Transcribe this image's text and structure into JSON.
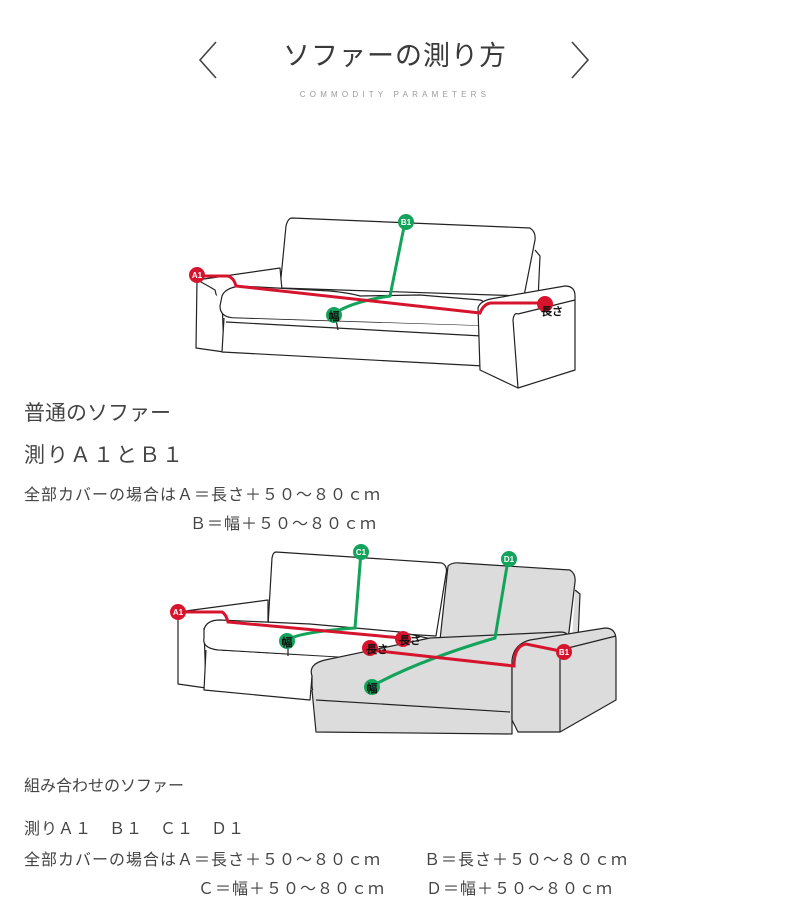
{
  "header": {
    "title": "ソファーの測り方",
    "subtitle": "COMMODITY PARAMETERS",
    "prev_icon": "chevron-left-icon",
    "next_icon": "chevron-right-icon"
  },
  "colors": {
    "length_line": "#d6142d",
    "width_line": "#13a35b",
    "outline": "#222222",
    "chaise_fill": "#dcdcdc"
  },
  "diagram1": {
    "markers": {
      "a1": "A1",
      "b1": "B1",
      "width": "幅",
      "length": "長さ"
    }
  },
  "section1": {
    "heading": "普通のソファー",
    "measure": "測りＡ１とＢ１",
    "line1": "全部カバーの場合はＡ＝長さ＋５０〜８０ｃｍ",
    "line2": "Ｂ＝幅＋５０〜８０ｃｍ"
  },
  "diagram2": {
    "markers": {
      "a1": "A1",
      "b1": "B1",
      "c1": "C1",
      "d1": "D1",
      "width": "幅",
      "length": "長さ"
    }
  },
  "section2": {
    "heading": "組み合わせのソファー",
    "measure": "測りＡ１　Ｂ１　Ｃ１　Ｄ１",
    "line1a": "全部カバーの場合はＡ＝長さ＋５０〜８０ｃｍ",
    "line1b": "Ｂ＝長さ＋５０〜８０ｃｍ",
    "line2a": "Ｃ＝幅＋５０〜８０ｃｍ",
    "line2b": "Ｄ＝幅＋５０〜８０ｃｍ"
  }
}
